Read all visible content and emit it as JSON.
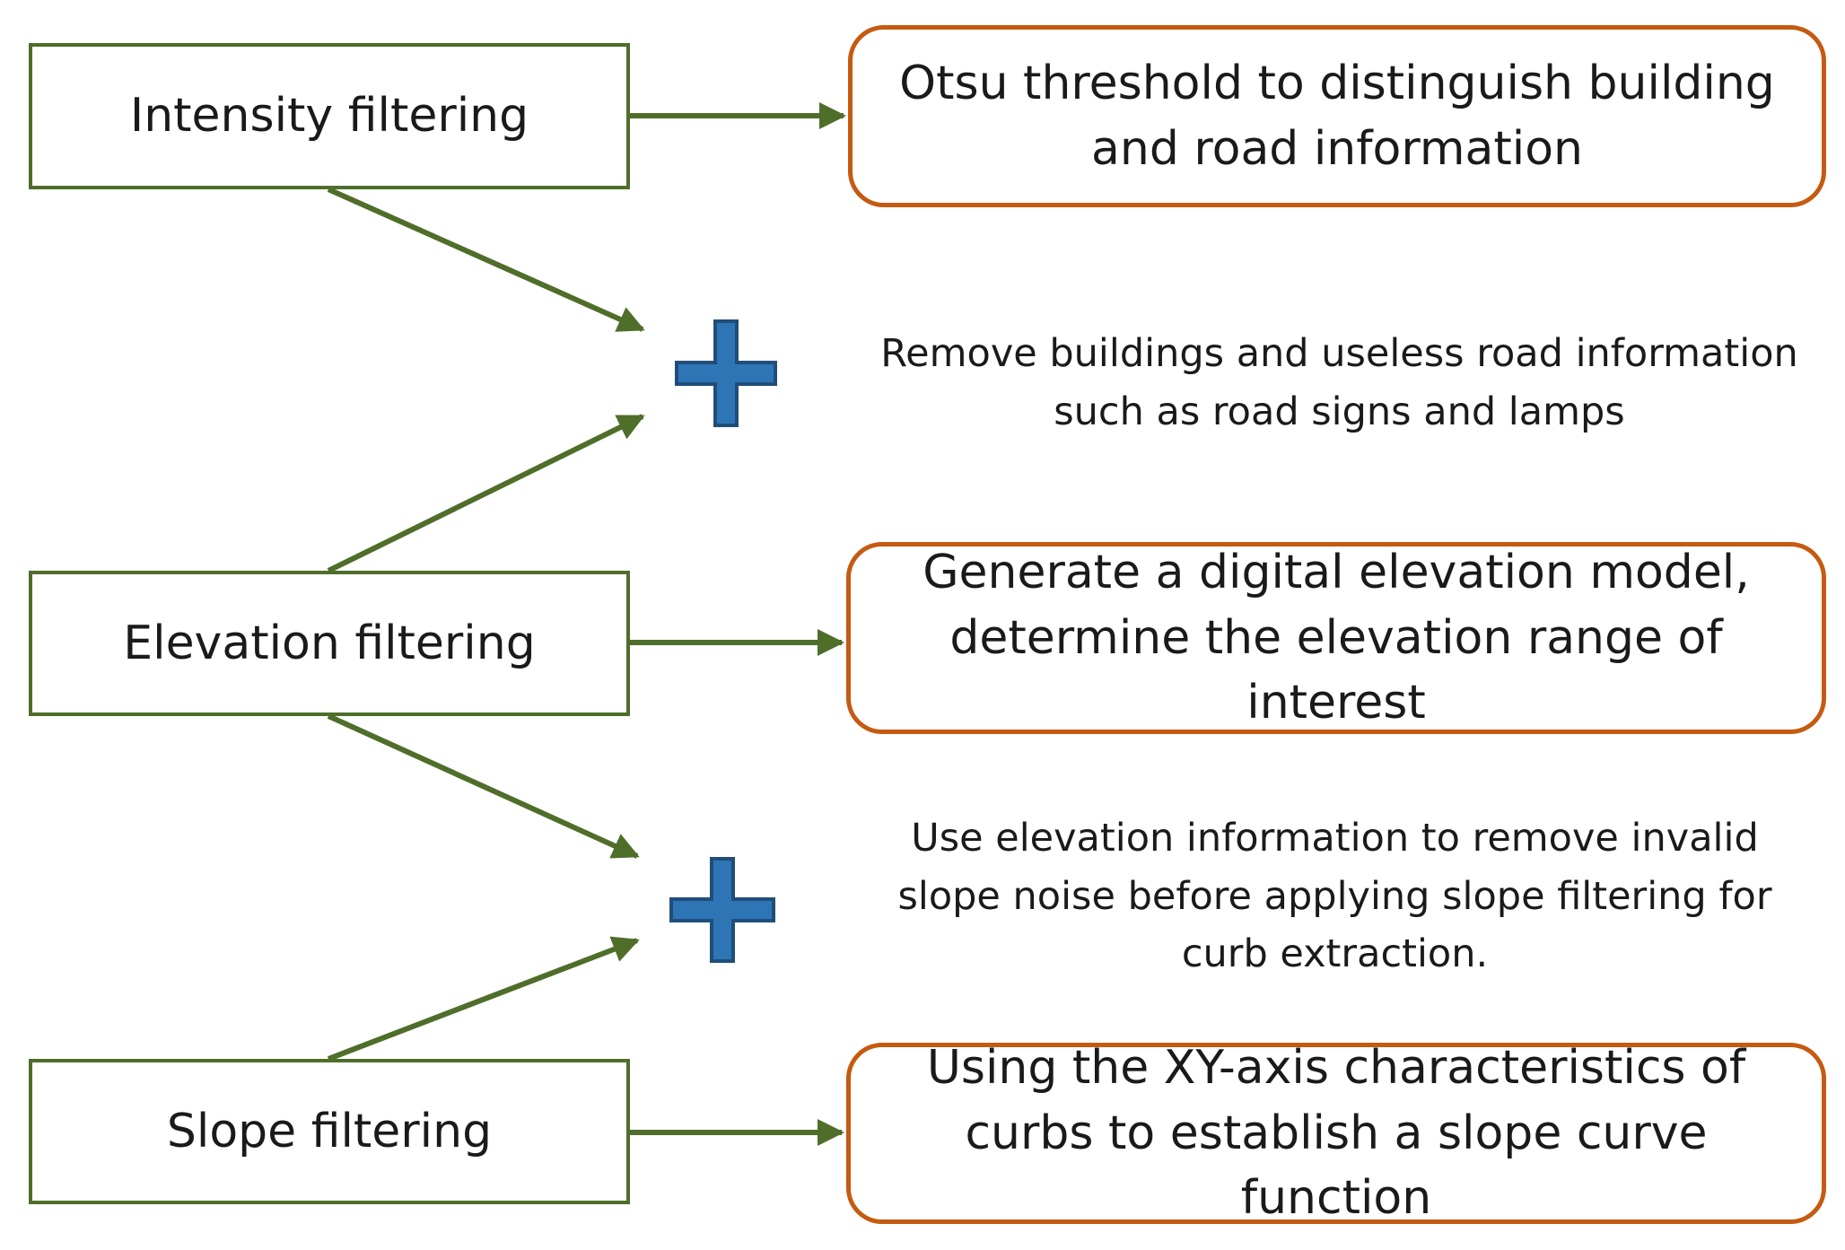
{
  "steps": [
    {
      "label": "Intensity filtering"
    },
    {
      "label": "Elevation filtering"
    },
    {
      "label": "Slope filtering"
    }
  ],
  "results": [
    {
      "text": "Otsu threshold to distinguish building and road information"
    },
    {
      "text": "Generate a digital elevation model, determine the elevation range of interest"
    },
    {
      "text": "Using the XY-axis characteristics of curbs to establish a slope curve function"
    }
  ],
  "combine_notes": [
    {
      "text": "Remove buildings and useless road information such as road signs and lamps"
    },
    {
      "text": "Use elevation information to remove invalid slope noise before applying slope filtering for curb extraction."
    }
  ],
  "icons": {
    "combine": "plus-icon"
  },
  "colors": {
    "step_border": "#4e6e2a",
    "result_border": "#c55a11",
    "arrow": "#4e6e2a",
    "plus_fill": "#2e75b6",
    "plus_outline": "#1f4e79"
  }
}
